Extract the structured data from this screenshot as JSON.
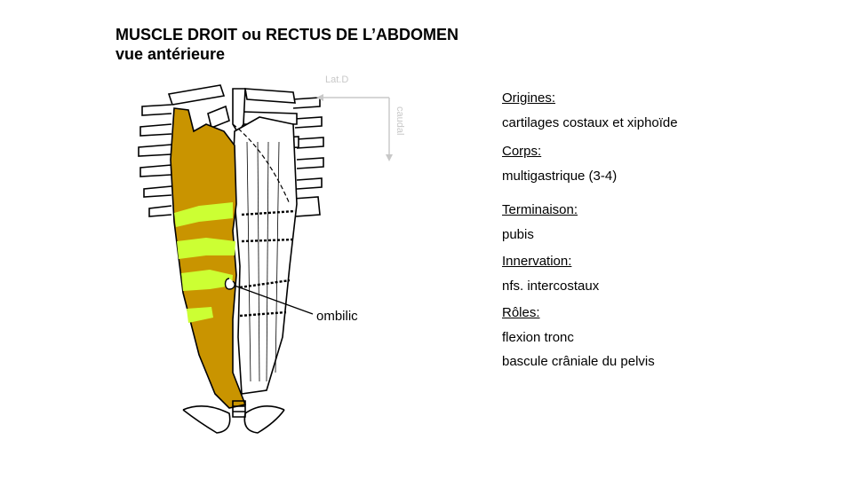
{
  "title": {
    "line1": "MUSCLE DROIT ou RECTUS DE L’ABDOMEN",
    "line2": "vue antérieure"
  },
  "orientation": {
    "lateral": "Lat.D",
    "caudal": "caudal"
  },
  "figure_labels": {
    "ombilic": "ombilic"
  },
  "info": {
    "origines": {
      "heading": "Origines:",
      "value": "cartilages costaux  et xiphoïde"
    },
    "corps": {
      "heading": "Corps:",
      "value": "multigastrique (3-4)"
    },
    "terminaison": {
      "heading": "Terminaison:",
      "value": "pubis"
    },
    "innervation": {
      "heading": "Innervation:",
      "value": "nfs. intercostaux"
    },
    "roles": {
      "heading": "Rôles:",
      "values": [
        "flexion tronc",
        "bascule crâniale du pelvis"
      ]
    }
  },
  "colors": {
    "muscle": "#C99400",
    "tendinous_intersection": "#CCFF33",
    "orientation_arrow": "#C8C8C8",
    "outline": "#000000"
  }
}
